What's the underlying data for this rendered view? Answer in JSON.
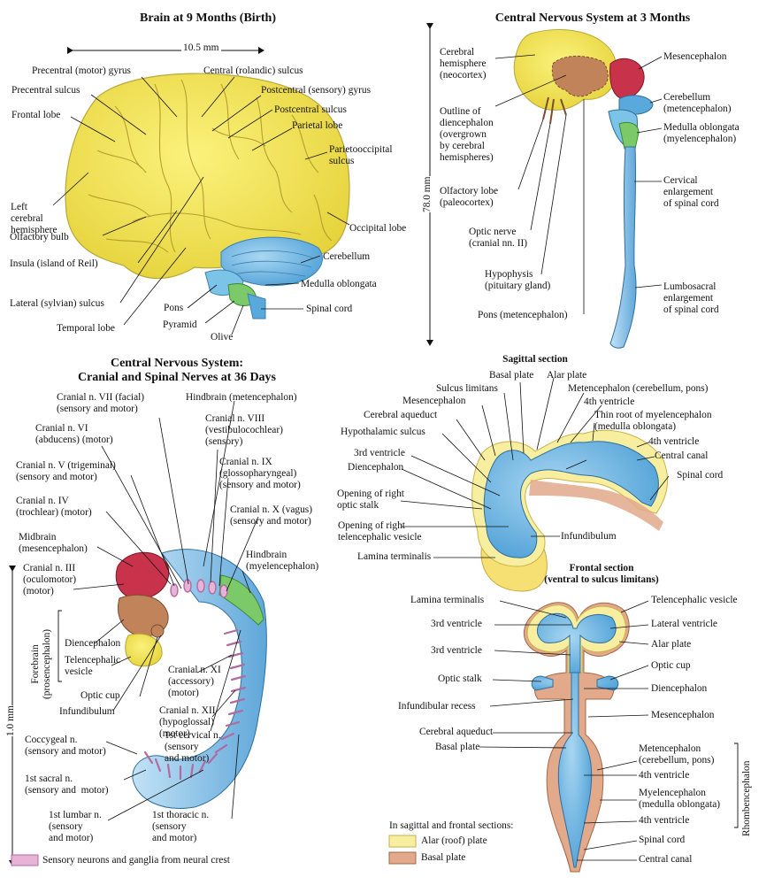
{
  "titles": {
    "brain9": "Brain at 9 Months (Birth)",
    "cns3": "Central Nervous System at 3 Months",
    "cns36": "Central Nervous System:\nCranial and Spinal Nerves at 36 Days",
    "sagittal": "Sagittal section",
    "frontal": "Frontal section\n(ventral to sulcus limitans)"
  },
  "measures": {
    "m_10_5": "10.5 mm",
    "m_78": "78.0 mm",
    "m_1": "1.0 mm"
  },
  "brain9": {
    "precentral_gyrus": "Precentral (motor) gyrus",
    "central_sulcus": "Central (rolandic) sulcus",
    "precentral_sulcus": "Precentral sulcus",
    "postcentral_gyrus": "Postcentral (sensory) gyrus",
    "postcentral_sulcus": "Postcentral sulcus",
    "frontal_lobe": "Frontal lobe",
    "parietal_lobe": "Parietal lobe",
    "parietooccipital": "Parietooccipital\nsulcus",
    "left_hemisphere": "Left\ncerebral\nhemisphere",
    "occipital_lobe": "Occipital lobe",
    "olfactory_bulb": "Olfactory bulb",
    "cerebellum": "Cerebellum",
    "insula": "Insula (island of Reil)",
    "medulla": "Medulla oblongata",
    "lateral_sulcus": "Lateral (sylvian) sulcus",
    "pons": "Pons",
    "spinal_cord": "Spinal cord",
    "pyramid": "Pyramid",
    "temporal_lobe": "Temporal lobe",
    "olive": "Olive"
  },
  "cns3": {
    "cerebral_hemisphere": "Cerebral\nhemisphere\n(neocortex)",
    "mesencephalon": "Mesencephalon",
    "outline_dien": "Outline of\ndiencephalon\n(overgrown\nby cerebral\nhemispheres)",
    "cerebellum": "Cerebellum\n(metencephalon)",
    "medulla": "Medulla oblongata\n(myelencephalon)",
    "olfactory_lobe": "Olfactory lobe\n(paleocortex)",
    "cervical": "Cervical\nenlargement\nof spinal cord",
    "optic_nerve": "Optic nerve\n(cranial nn. II)",
    "hypophysis": "Hypophysis\n(pituitary gland)",
    "lumbosacral": "Lumbosacral\nenlargement\nof spinal cord",
    "pons": "Pons (metencephalon)"
  },
  "cns36": {
    "cn7": "Cranial n. VII (facial)\n(sensory and motor)",
    "hindbrain_met": "Hindbrain (metencephalon)",
    "cn6": "Cranial n. VI\n(abducens) (motor)",
    "cn8": "Cranial n. VIII\n(vestibulocochlear)\n(sensory)",
    "cn5": "Cranial n. V (trigeminal)\n(sensory and motor)",
    "cn9": "Cranial n. IX\n(glossopharyngeal)\n(sensory and motor)",
    "cn4": "Cranial n. IV\n(trochlear) (motor)",
    "cn10": "Cranial n. X (vagus)\n(sensory and motor)",
    "midbrain": "Midbrain\n(mesencephalon)",
    "hindbrain_myel": "Hindbrain\n(myelencephalon)",
    "cn3": "Cranial n. III\n(oculomotor)\n(motor)",
    "forebrain": "Forebrain\n(prosencephalon)",
    "diencephalon": "Diencephalon",
    "telencephalic": "Telencephalic\nvesicle",
    "cn11": "Cranial n. XI\n(accessory)\n(motor)",
    "optic_cup": "Optic cup",
    "cn12": "Cranial n. XII\n(hypoglossal)\n(motor)",
    "infundibulum": "Infundibulum",
    "coccygeal": "Coccygeal n.\n(sensory and motor)",
    "cervical1": "1st cervical n.\n(sensory\nand motor)",
    "sacral1": "1st sacral n.\n(sensory and  motor)",
    "lumbar1": "1st lumbar n.\n(sensory\nand motor)",
    "thoracic1": "1st thoracic n.\n(sensory\nand motor)",
    "legend_neural_crest": "Sensory neurons and ganglia from neural crest"
  },
  "sagittal": {
    "basal_plate": "Basal plate",
    "alar_plate": "Alar plate",
    "sulcus_limitans": "Sulcus limitans",
    "metencephalon": "Metencephalon (cerebellum, pons)",
    "mesencephalon": "Mesencephalon",
    "v4_top": "4th ventricle",
    "cerebral_aqueduct": "Cerebral aqueduct",
    "thin_root": "Thin root of myelencephalon\n(medulla oblongata)",
    "hypothalamic": "Hypothalamic sulcus",
    "v4": "4th ventricle",
    "v3": "3rd ventricle",
    "central_canal": "Central canal",
    "diencephalon": "Diencephalon",
    "spinal_cord": "Spinal cord",
    "opening_optic": "Opening of right\noptic stalk",
    "infundibulum": "Infundibulum",
    "opening_tel": "Opening of right\ntelencephalic vesicle",
    "lamina": "Lamina terminalis"
  },
  "frontal": {
    "lamina": "Lamina terminalis",
    "telencephalic": "Telencephalic vesicle",
    "v3a": "3rd ventricle",
    "lateral_ventricle": "Lateral ventricle",
    "alar_plate": "Alar plate",
    "v3b": "3rd ventricle",
    "optic_cup": "Optic cup",
    "optic_stalk": "Optic stalk",
    "diencephalon": "Diencephalon",
    "infundibular_recess": "Infundibular recess",
    "mesencephalon": "Mesencephalon",
    "cerebral_aqueduct": "Cerebral aqueduct",
    "basal_plate": "Basal plate",
    "metencephalon": "Metencephalon\n(cerebellum, pons)",
    "v4a": "4th ventricle",
    "myelencephalon": "Myelencephalon\n(medulla oblongata)",
    "v4b": "4th ventricle",
    "spinal_cord": "Spinal cord",
    "central_canal": "Central canal",
    "rhombencephalon": "Rhombencephalon",
    "legend_title": "In sagittal and frontal sections:",
    "legend_alar": "Alar (roof) plate",
    "legend_basal": "Basal plate"
  },
  "colors": {
    "cerebrum": "#f1e35a",
    "cerebellum": "#5aa9dc",
    "brown": "#c0835a",
    "red": "#c8324a",
    "green": "#7cc96a",
    "cord": "#8fc6ea",
    "alar": "#f7ef9f",
    "basal": "#e2a98b",
    "crest": "#e8b4d6"
  }
}
